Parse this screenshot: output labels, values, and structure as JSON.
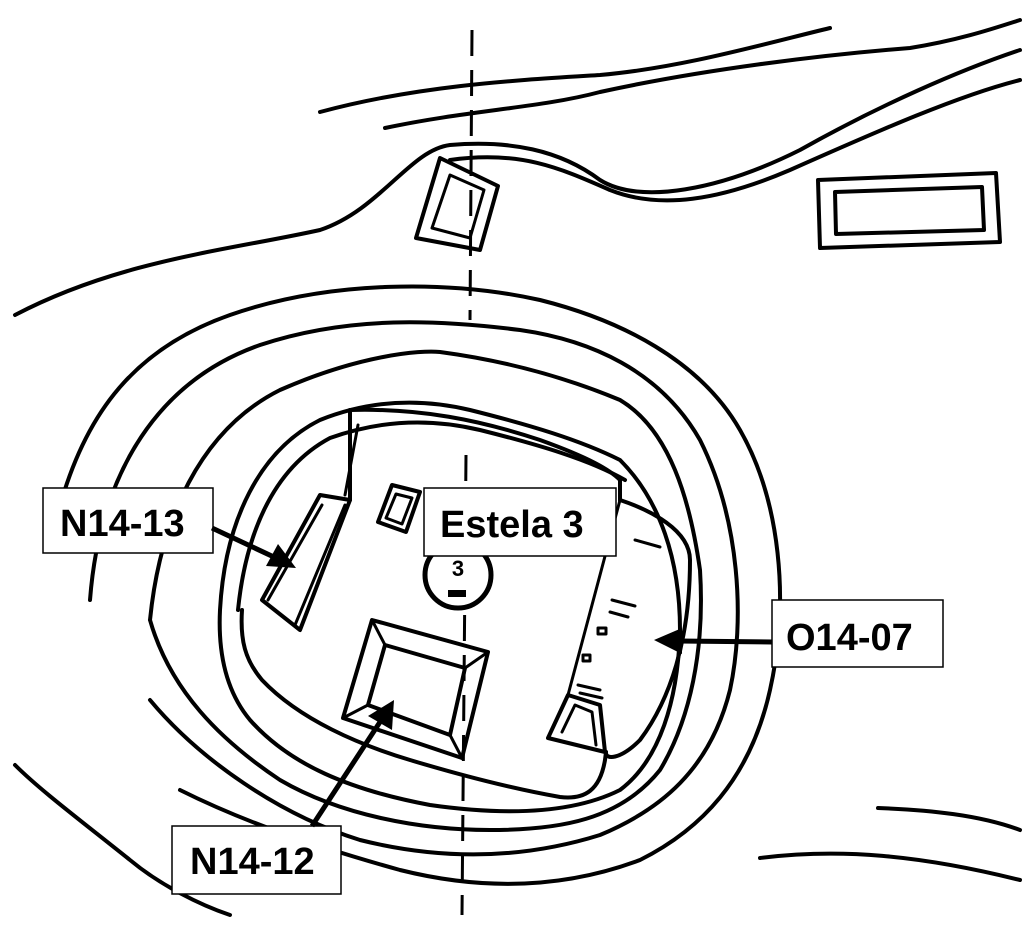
{
  "labels": {
    "n14_13": "N14-13",
    "estela": "Estela 3",
    "o14_07": "O14-07",
    "n14_12": "N14-12",
    "stela_number": "3"
  },
  "colors": {
    "ink": "#000000",
    "background": "#ffffff"
  }
}
